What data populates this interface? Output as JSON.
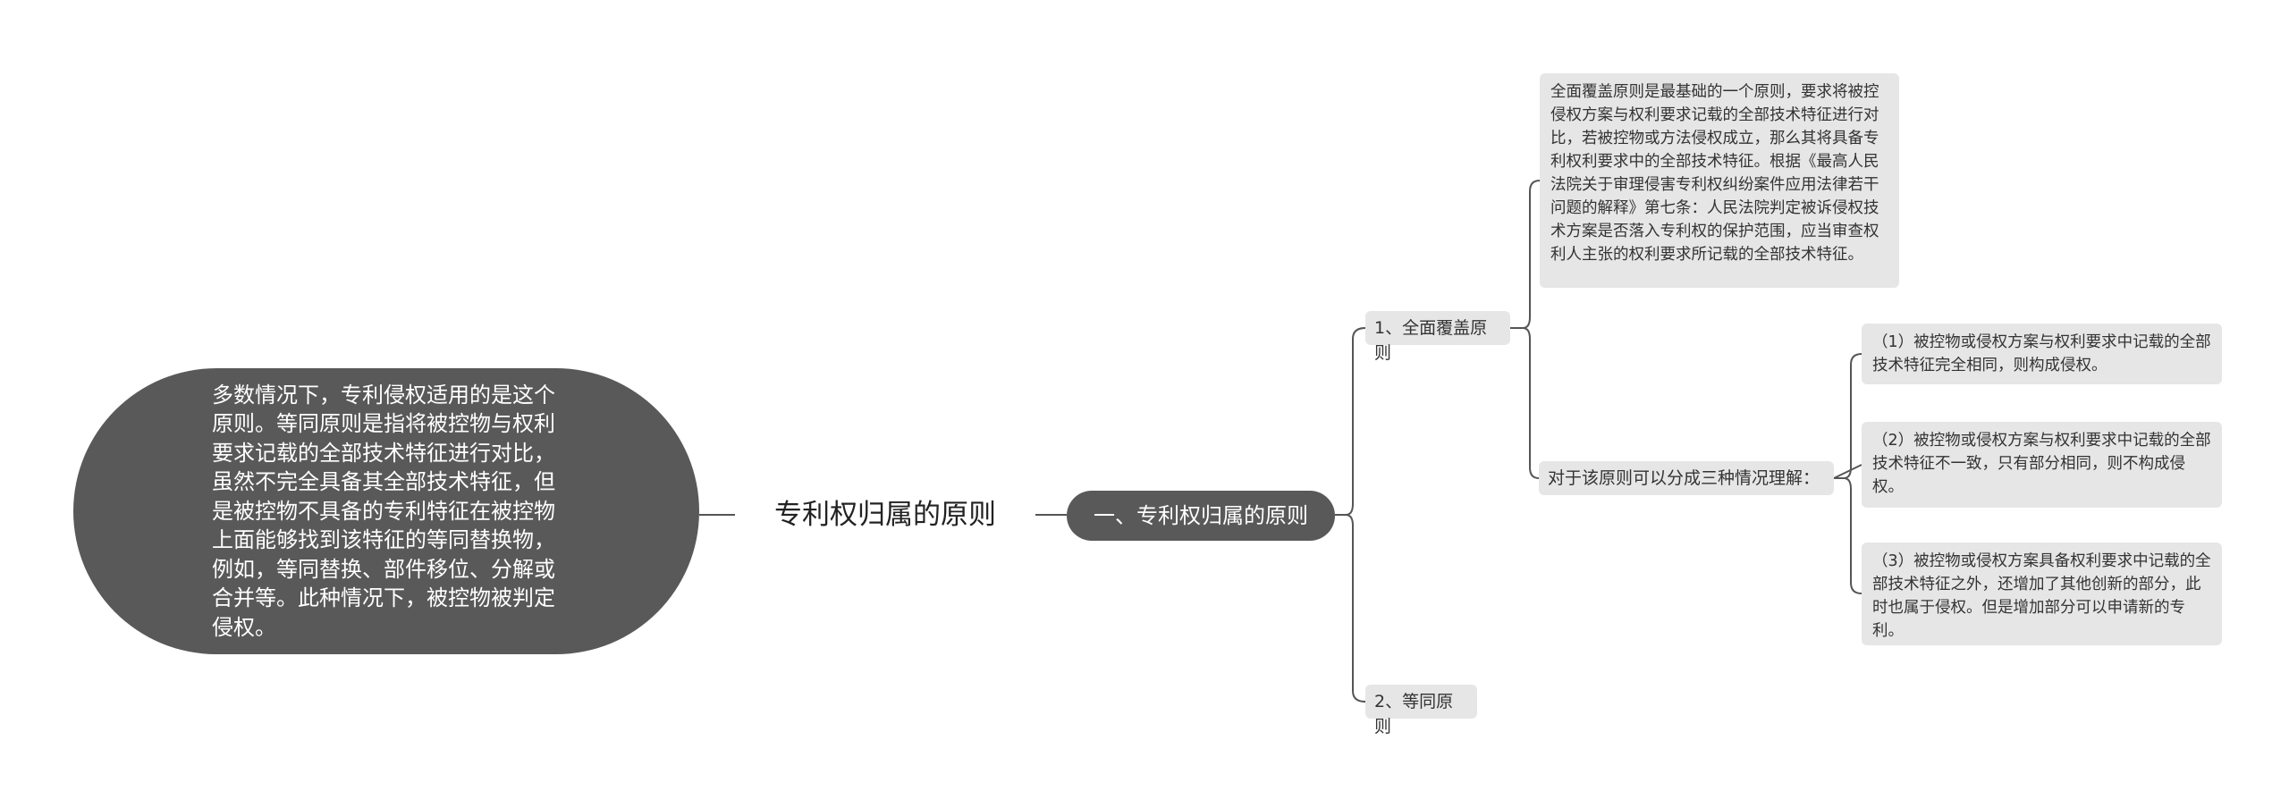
{
  "mindmap": {
    "left_note": "多数情况下，专利侵权适用的是这个原则。等同原则是指将被控物与权利要求记载的全部技术特征进行对比，虽然不完全具备其全部技术特征，但是被控物不具备的专利特征在被控物上面能够找到该特征的等同替换物，例如，等同替换、部件移位、分解或合并等。此种情况下，被控物被判定侵权。",
    "root": "专利权归属的原则",
    "main_topic": "一、专利权归属的原则",
    "branch1": {
      "label": "1、全面覆盖原则",
      "description": "全面覆盖原则是最基础的一个原则，要求将被控侵权方案与权利要求记载的全部技术特征进行对比，若被控物或方法侵权成立，那么其将具备专利权利要求中的全部技术特征。根据《最高人民法院关于审理侵害专利权纠纷案件应用法律若干问题的解释》第七条：人民法院判定被诉侵权技术方案是否落入专利权的保护范围，应当审查权利人主张的权利要求所记载的全部技术特征。",
      "cases_intro": "对于该原则可以分成三种情况理解：",
      "cases": [
        "（1）被控物或侵权方案与权利要求中记载的全部技术特征完全相同，则构成侵权。",
        "（2）被控物或侵权方案与权利要求中记载的全部技术特征不一致，只有部分相同，则不构成侵权。",
        "（3）被控物或侵权方案具备权利要求中记载的全部技术特征之外，还增加了其他创新的部分，此时也属于侵权。但是增加部分可以申请新的专利。"
      ]
    },
    "branch2": {
      "label": "2、等同原则"
    }
  },
  "colors": {
    "dark_node": "#595959",
    "light_node": "#e6e6e6",
    "connector": "#555555"
  }
}
